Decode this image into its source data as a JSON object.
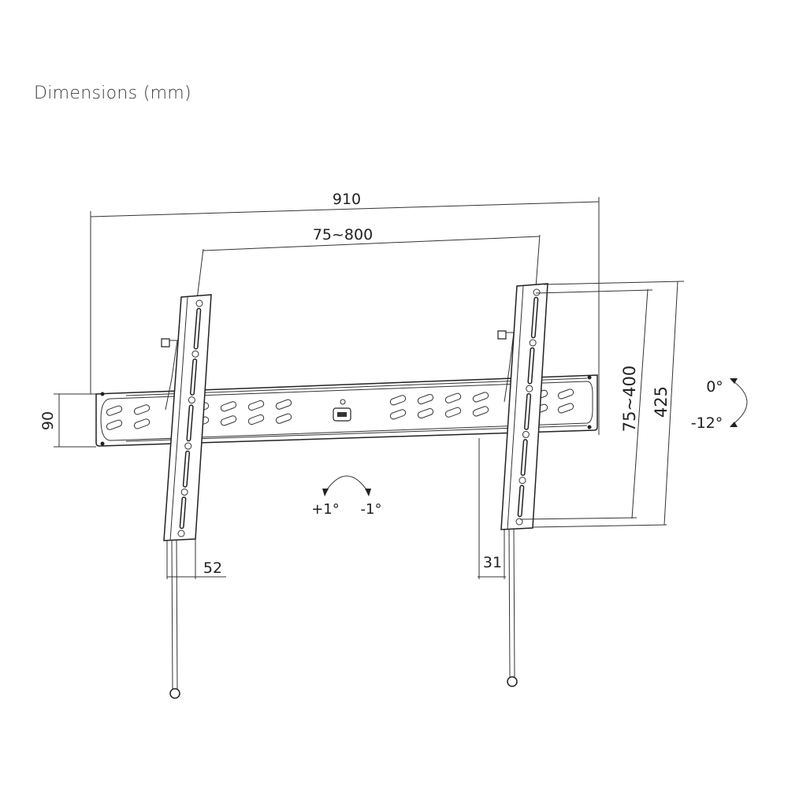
{
  "title": "Dimensions (mm)",
  "dimensions": {
    "overall_width": "910",
    "vesa_width": "75~800",
    "plate_height": "90",
    "vesa_height": "75~400",
    "overall_height": "425",
    "bracket_depth_left": "52",
    "bracket_depth_right": "31"
  },
  "tilt": {
    "top": "0°",
    "bottom": "-12°"
  },
  "level_adjust": {
    "plus": "+1°",
    "minus": "-1°"
  }
}
